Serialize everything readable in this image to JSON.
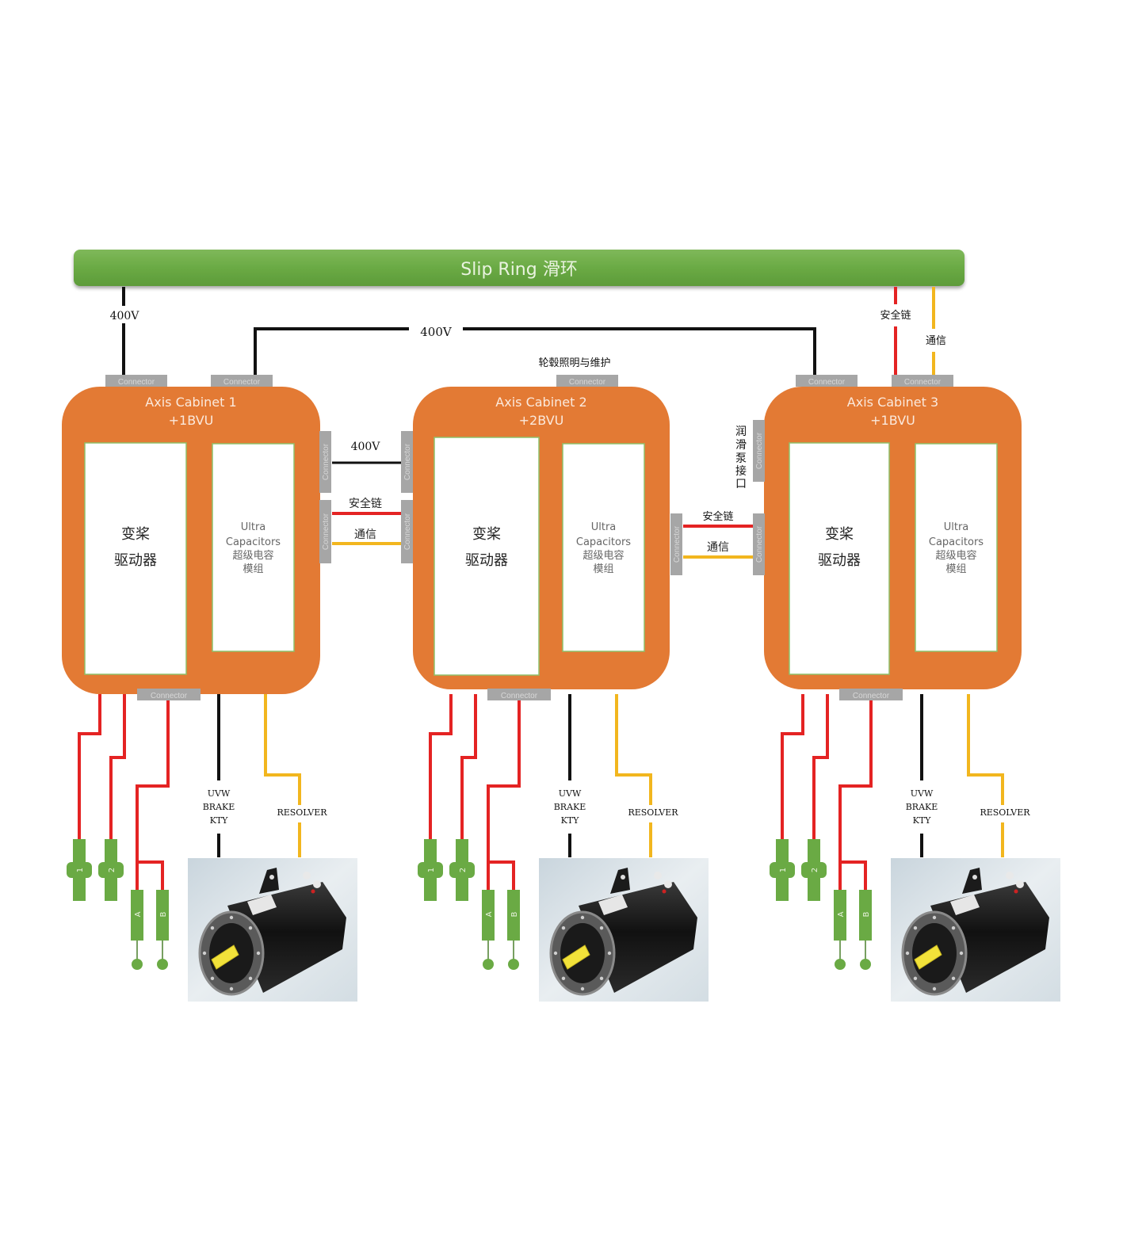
{
  "colors": {
    "slip_ring": "#6aaa44",
    "slip_ring_text": "#e9f3df",
    "cabinet": "#e37a34",
    "cabinet_text": "#fbe9dc",
    "inner_border": "#8fc06a",
    "connector": "#a6a6a6",
    "connector_text": "#dddddd",
    "wire_power": "#111111",
    "wire_safety": "#e42323",
    "wire_comm": "#f2b61e",
    "terminal": "#6aaa44",
    "terminal_dark": "#4a7f2e"
  },
  "slip_ring": {
    "label": "Slip Ring 滑环"
  },
  "connector_label": "Connector",
  "cabinets": [
    {
      "title": "Axis Cabinet 1",
      "subtitle": "+1BVU",
      "drive_label_1": "变桨",
      "drive_label_2": "驱动器",
      "cap_line_1": "Ultra",
      "cap_line_2": "Capacitors",
      "cap_line_3": "超级电容",
      "cap_line_4": "模组"
    },
    {
      "title": "Axis Cabinet 2",
      "subtitle": "+2BVU",
      "drive_label_1": "变桨",
      "drive_label_2": "驱动器",
      "cap_line_1": "Ultra",
      "cap_line_2": "Capacitors",
      "cap_line_3": "超级电容",
      "cap_line_4": "模组"
    },
    {
      "title": "Axis Cabinet 3",
      "subtitle": "+1BVU",
      "drive_label_1": "变桨",
      "drive_label_2": "驱动器",
      "cap_line_1": "Ultra",
      "cap_line_2": "Capacitors",
      "cap_line_3": "超级电容",
      "cap_line_4": "模组"
    }
  ],
  "wire_labels": {
    "slip_to_cab1_power": "400V",
    "cab1_to_cab3_power": "400V",
    "cab1_to_cab2_power": "400V",
    "safety_chain": "安全链",
    "communication": "通信",
    "hub_lighting": "轮毂照明与维护",
    "lube_pump": [
      "润",
      "滑",
      "泵",
      "接",
      "口"
    ]
  },
  "motor_cables": {
    "power_lines": [
      "UVW",
      "BRAKE",
      "KTY"
    ],
    "resolver": "RESOLVER"
  },
  "terminals": [
    "1",
    "2",
    "A",
    "B"
  ]
}
